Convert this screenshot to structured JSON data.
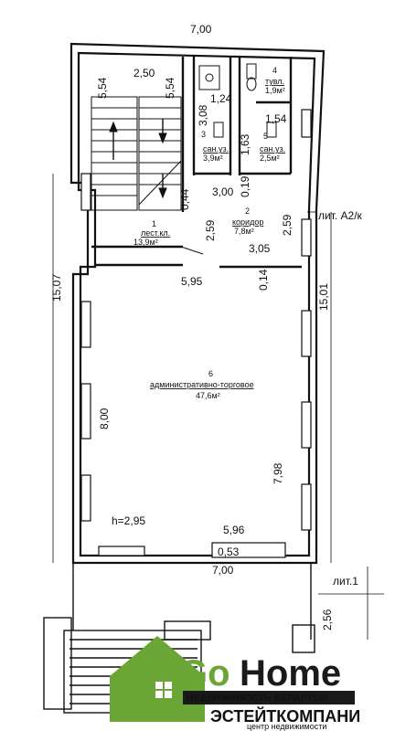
{
  "plan": {
    "overall_width": "7,00",
    "overall_length": "15,07",
    "right_length": "15,01",
    "bottom_width": "7,00",
    "annex_depth": "2,56",
    "annex_label": "лит.1",
    "wing_label": "лит. А2/к",
    "ceiling_height": "h=2,95"
  },
  "rooms": [
    {
      "num": "1",
      "name": "лест.кл.",
      "area": "13,9м²"
    },
    {
      "num": "2",
      "name": "коридор",
      "area": "7,8м²"
    },
    {
      "num": "3",
      "name": "сан.уз.",
      "area": "3,9м²"
    },
    {
      "num": "4",
      "name": "тувл.",
      "area": "1,9м²"
    },
    {
      "num": "5",
      "name": "сан.уз.",
      "area": "2,5м²"
    },
    {
      "num": "6",
      "name": "административно-торговое",
      "area": "47,6м²"
    }
  ],
  "dimensions": {
    "stair_width": "2,50",
    "stair_left": "5,54",
    "stair_right": "5,54",
    "wc3_top": "1,24",
    "wc3_height": "3,08",
    "wc4_depth": "1,54",
    "wc5_height": "1,63",
    "corridor_width": "3,00",
    "corr_wall": "0,44",
    "corr_gap": "0,19",
    "corr_left": "2,59",
    "corr_right": "2,59",
    "corr_bottom": "3,05",
    "hall_top": "5,95",
    "hall_step": "0,14",
    "hall_left": "8,00",
    "hall_right": "7,98",
    "hall_bottom": "5,96",
    "door": "0,53"
  },
  "logo": {
    "brand_go": "Go",
    "brand_home": "Home",
    "tagline": "НЕДВИЖИМОСТЬ БЕЛАРУСИ",
    "watermark": "ЭСТЕЙТКОМПАНИ",
    "watermark_sub": "центр недвижимости"
  },
  "colors": {
    "brand_green": "#6aa535",
    "brand_dark": "#1a1a1a",
    "wall": "#111111"
  }
}
